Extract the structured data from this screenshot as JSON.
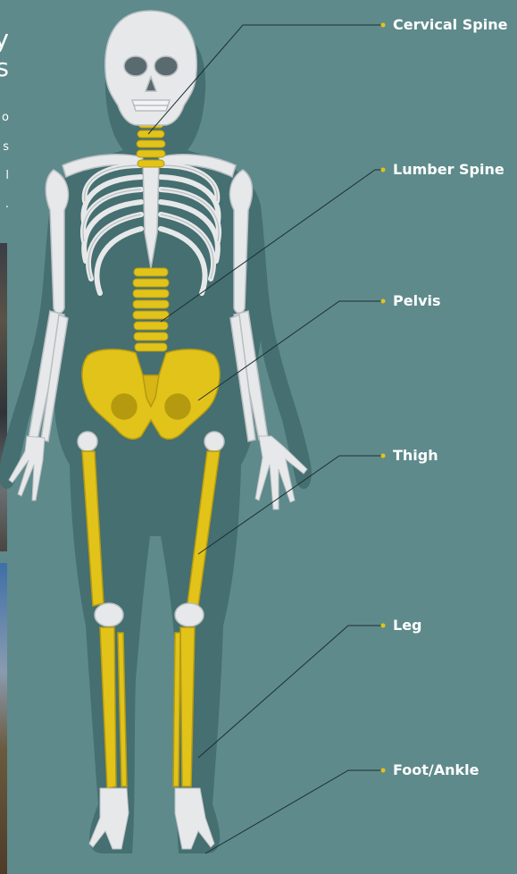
{
  "labels": {
    "cervical_spine": "Cervical Spine",
    "lumber_spine": "Lumber Spine",
    "pelvis": "Pelvis",
    "thigh": "Thigh",
    "leg": "Leg",
    "foot_ankle": "Foot/Ankle"
  },
  "left_strip": {
    "heading_line1": "y",
    "heading_line2": "s",
    "line1": "o",
    "line2": "s",
    "line3": "l",
    "line4": "."
  },
  "colors": {
    "background": "#5e8a8b",
    "silhouette": "#456f70",
    "bone": "#e6e8e9",
    "bone_shade": "#b9bec2",
    "highlight": "#e2c31a",
    "highlight_shade": "#b59a10",
    "leader_line": "#1d2f33",
    "label_text": "#ffffff"
  }
}
